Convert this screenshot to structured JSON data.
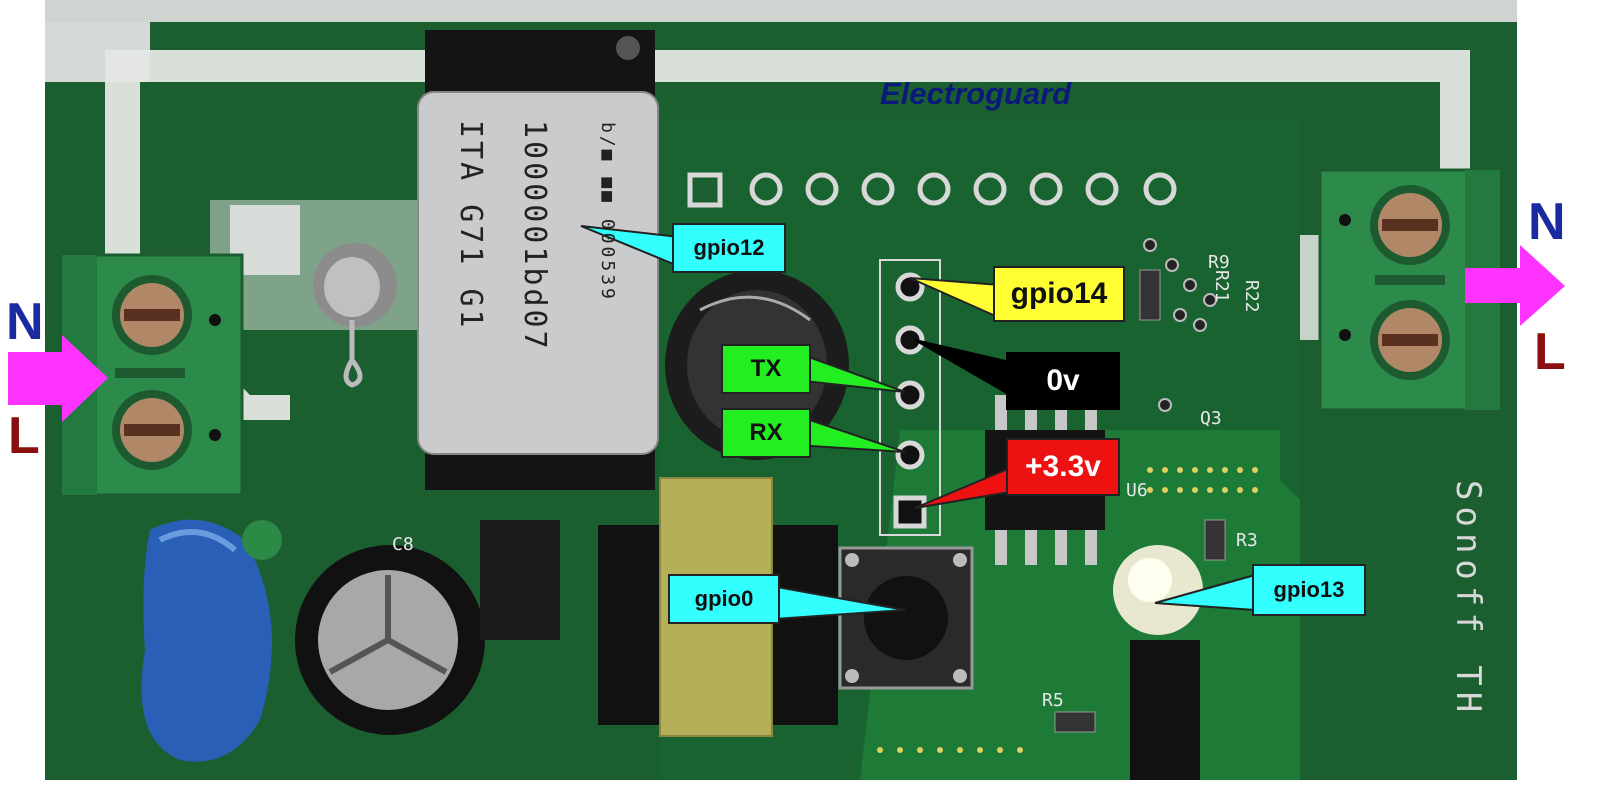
{
  "title": "Electroguard",
  "board_name": "Sonoff TH",
  "relay_marking": {
    "line1": "ITA G71 G1",
    "line2": "1000001bd07",
    "line3": "b/■ ■■ 000539"
  },
  "terminals": {
    "left": {
      "top": "N",
      "bottom": "L"
    },
    "right": {
      "top": "N",
      "bottom": "L"
    }
  },
  "silkscreen": {
    "c8": "C8",
    "r5": "R5",
    "r3": "R3",
    "r9": "R9",
    "r21": "R21",
    "r22": "R22",
    "q3": "Q3",
    "u6": "U6"
  },
  "callouts": {
    "gpio12": "gpio12",
    "gpio14": "gpio14",
    "zero_v": "0v",
    "tx": "TX",
    "rx": "RX",
    "v33": "+3.3v",
    "gpio0": "gpio0",
    "gpio13": "gpio13"
  },
  "colors": {
    "pcb": "#1e6b34",
    "pcb_dark": "#0f4a22",
    "copper_trace": "#e0e4e0",
    "terminal": "#2c8a4a",
    "arrow": "#ff33ff",
    "cyan": "#33ffff",
    "yellow": "#ffff33",
    "green": "#22ee22",
    "red": "#ee1111"
  }
}
